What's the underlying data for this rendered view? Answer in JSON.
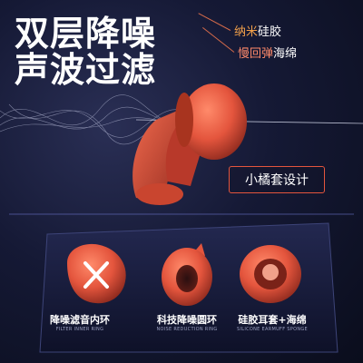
{
  "headline": {
    "line1": "双层降噪",
    "line2": "声波过滤"
  },
  "callouts": {
    "silicone_accent": "纳米",
    "silicone_rest": "硅胶",
    "foam_accent": "慢回弹",
    "foam_rest": "海绵"
  },
  "tag": "小橘套设计",
  "features": [
    {
      "label": "降噪滤音内环",
      "sub": "FILTER INNER RING"
    },
    {
      "label": "科技降噪圆环",
      "sub": "NOISE REDUCTION RING"
    },
    {
      "label": "硅胶耳套+海绵",
      "sub": "SILICONE EARMUFF SPONGE"
    }
  ],
  "colors": {
    "product": "#e4553d",
    "accent": "#f2a04a",
    "background": "#151935"
  }
}
